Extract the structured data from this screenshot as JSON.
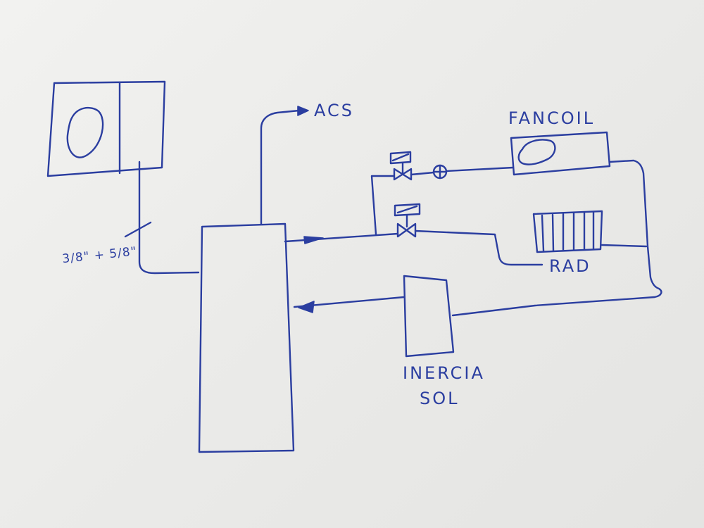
{
  "labels": {
    "acs": "ACS",
    "fancoil": "FANCOIL",
    "rad": "RAD",
    "inercia_line1": "INERCIA",
    "inercia_line2": "SOL",
    "pipe_size": "3/8\" + 5/8\""
  },
  "components": {
    "outdoor_unit": "outdoor-unit",
    "indoor_unit": "indoor-tank",
    "buffer_tank": "inercia-tank",
    "fancoil_unit": "fancoil",
    "radiator": "radiator",
    "zone_valves": [
      "valve-fancoil",
      "valve-radiator"
    ],
    "pump": "pump"
  },
  "ink_color": "#2b3ea0",
  "paper_color": "#eeeeec"
}
